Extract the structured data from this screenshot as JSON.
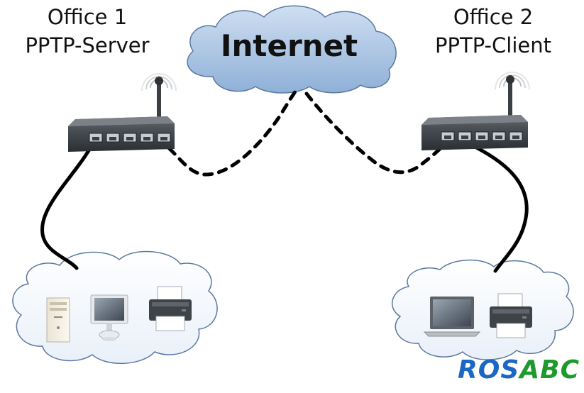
{
  "sites": {
    "left": {
      "name": "Office 1",
      "role": "PPTP-Server"
    },
    "right": {
      "name": "Office 2",
      "role": "PPTP-Client"
    }
  },
  "internet": {
    "label": "Internet"
  },
  "watermark": {
    "part1": "ROS",
    "part2": "ABC"
  },
  "colors": {
    "cloud_fill_internet": "#a9c3e2",
    "cloud_fill_lan": "#f4f8fd",
    "cloud_stroke": "#5c78a0",
    "router_body": "#444a50",
    "cable": "#000000",
    "watermark_blue": "#1a67c5",
    "watermark_green": "#1e9a2c"
  },
  "icons": {
    "left_lan": [
      "desktop-tower-icon",
      "imac-monitor-icon",
      "printer-icon"
    ],
    "right_lan": [
      "laptop-icon",
      "printer-icon"
    ],
    "routers": [
      "wireless-router-icon",
      "wireless-router-icon"
    ]
  }
}
